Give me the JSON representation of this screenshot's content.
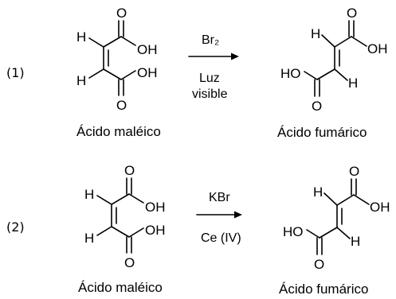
{
  "reactions": [
    {
      "number": "(1)",
      "reactant": "Ácido maléico",
      "product": "Ácido fumárico",
      "condition_above": "Br₂",
      "condition_below": [
        "Luz",
        "visible"
      ]
    },
    {
      "number": "(2)",
      "reactant": "Ácido maléico",
      "product": "Ácido fumárico",
      "condition_above": "KBr",
      "condition_below": [
        "Ce (IV)"
      ]
    }
  ],
  "atoms": {
    "h": "H",
    "o": "O",
    "oh": "OH",
    "ho": "HO"
  }
}
